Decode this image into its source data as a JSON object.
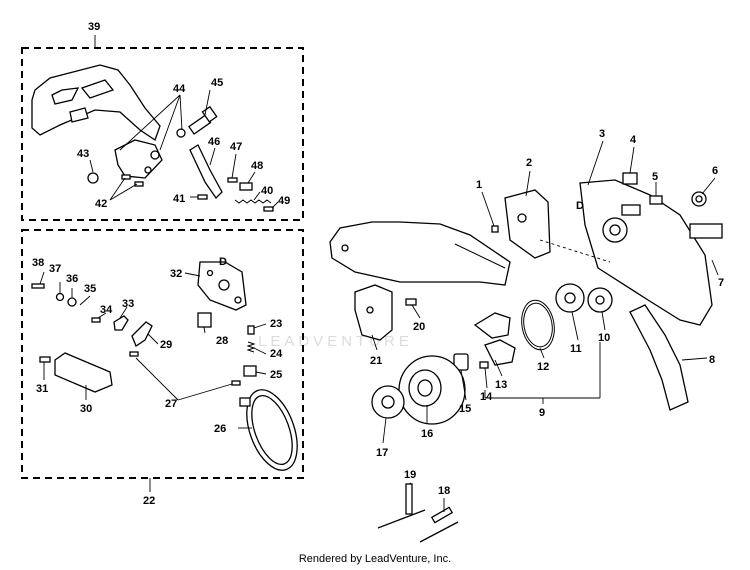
{
  "labels": {
    "n1": "1",
    "n2": "2",
    "n3": "3",
    "n4": "4",
    "n5": "5",
    "n6": "6",
    "n7": "7",
    "n8": "8",
    "n9": "9",
    "n10": "10",
    "n11": "11",
    "n12": "12",
    "n13": "13",
    "n14": "14",
    "n15": "15",
    "n16": "16",
    "n17": "17",
    "n18": "18",
    "n19": "19",
    "n20": "20",
    "n21": "21",
    "n22": "22",
    "n23": "23",
    "n24": "24",
    "n25": "25",
    "n26": "26",
    "n27": "27",
    "n28": "28",
    "n29": "29",
    "n30": "30",
    "n31": "31",
    "n32": "32",
    "n33": "33",
    "n34": "34",
    "n35": "35",
    "n36": "36",
    "n37": "37",
    "n38": "38",
    "n39": "39",
    "n40": "40",
    "n41": "41",
    "n42": "42",
    "n43": "43",
    "n44": "44",
    "n45": "45",
    "n46": "46",
    "n47": "47",
    "n48": "48",
    "n49": "49",
    "refD1": "D",
    "refD2": "D"
  },
  "watermark": "LEADVENTURE",
  "footer": "Rendered by LeadVenture, Inc."
}
